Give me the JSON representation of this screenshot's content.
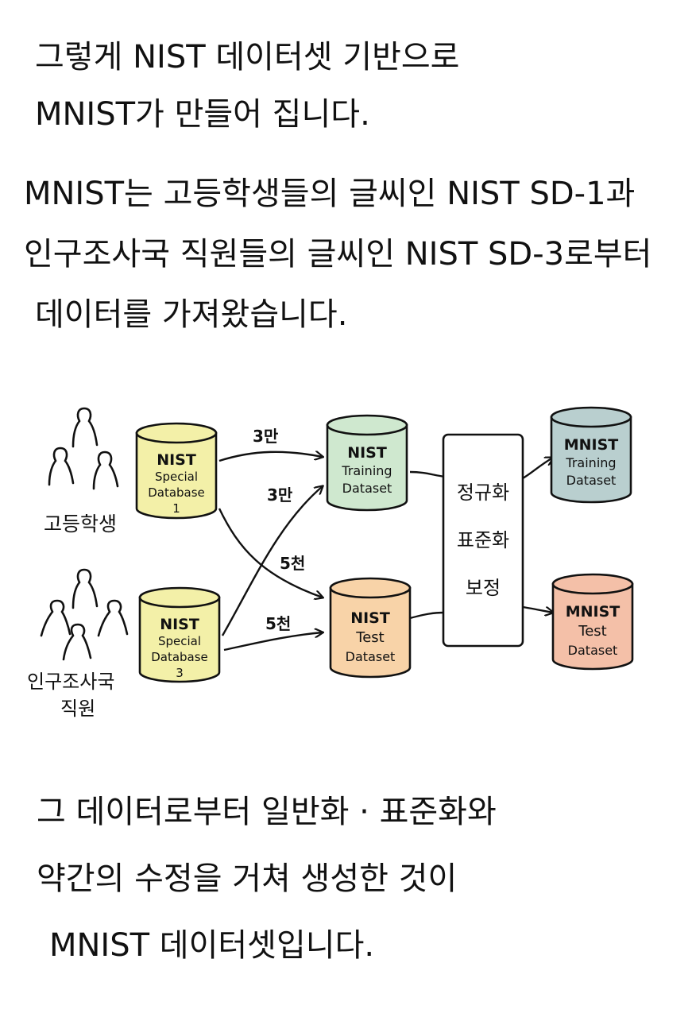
{
  "intro": {
    "line1": "그렇게 NIST 데이터셋 기반으로",
    "line2": "MNIST가 만들어 집니다."
  },
  "source": {
    "line1": "MNIST는 고등학생들의 글씨인 NIST SD-1과",
    "line2": "인구조사국 직원들의 글씨인 NIST SD-3로부터",
    "line3": "데이터를 가져왔습니다."
  },
  "diagram": {
    "group_students": "고등학생",
    "group_census_line1": "인구조사국",
    "group_census_line2": "직원",
    "sd1": {
      "line1": "NIST",
      "line2": "Special",
      "line3": "Database",
      "line4": "1"
    },
    "sd3": {
      "line1": "NIST",
      "line2": "Special",
      "line3": "Database",
      "line4": "3"
    },
    "nist_train": {
      "line1": "NIST",
      "line2": "Training",
      "line3": "Dataset"
    },
    "nist_test": {
      "line1": "NIST",
      "line2": "Test",
      "line3": "Dataset"
    },
    "process": {
      "line1": "정규화",
      "line2": "표준화",
      "line3": "보정"
    },
    "mnist_train": {
      "line1": "MNIST",
      "line2": "Training",
      "line3": "Dataset"
    },
    "mnist_test": {
      "line1": "MNIST",
      "line2": "Test",
      "line3": "Dataset"
    },
    "arrow_sd1_train": "3만",
    "arrow_sd3_train": "3만",
    "arrow_sd1_test": "5천",
    "arrow_sd3_test": "5천",
    "colors": {
      "sd": "#f3f0a8",
      "nist_train": "#cfe8cf",
      "nist_test": "#f8d3a8",
      "mnist_train": "#b9cfcf",
      "mnist_test": "#f4c0a8"
    }
  },
  "conclusion": {
    "line1": "그 데이터로부터 일반화 · 표준화와",
    "line2": "약간의 수정을 거쳐 생성한 것이",
    "line3": "MNIST 데이터셋입니다."
  }
}
